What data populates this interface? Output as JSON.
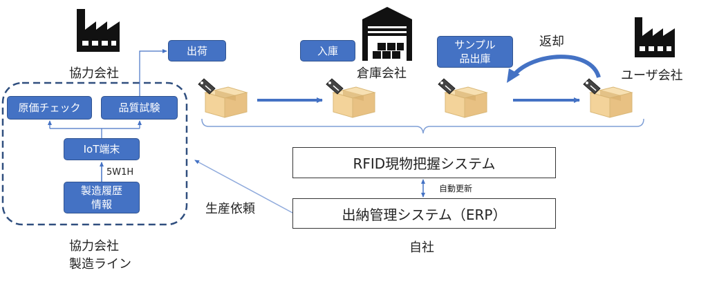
{
  "colors": {
    "box_fill": "#4472c4",
    "box_border": "#2f528f",
    "arrow": "#4472c4",
    "dashed": "#2f4e7e",
    "cardboard": "#f3d39a",
    "tag": "#444444"
  },
  "icons": [
    "factory-icon",
    "warehouse-icon",
    "package-icon",
    "tag-icon"
  ],
  "partner": {
    "label": "協力会社",
    "line_label_1": "協力会社",
    "line_label_2": "製造ライン",
    "cost_check": "原価チェック",
    "quality_test": "品質試験",
    "iot": "IoT端末",
    "history_1": "製造履歴",
    "history_2": "情報",
    "five_w": "5W1H"
  },
  "flow": {
    "shipping": "出荷",
    "receiving": "入庫",
    "warehouse_label": "倉庫会社",
    "sample_1": "サンプル",
    "sample_2": "品出庫",
    "return": "返却",
    "user_label": "ユーザ会社"
  },
  "systems": {
    "rfid": "RFID現物把握システム",
    "auto_update": "自動更新",
    "erp": "出納管理システム（ERP）",
    "own_company": "自社",
    "production_request": "生産依頼"
  }
}
